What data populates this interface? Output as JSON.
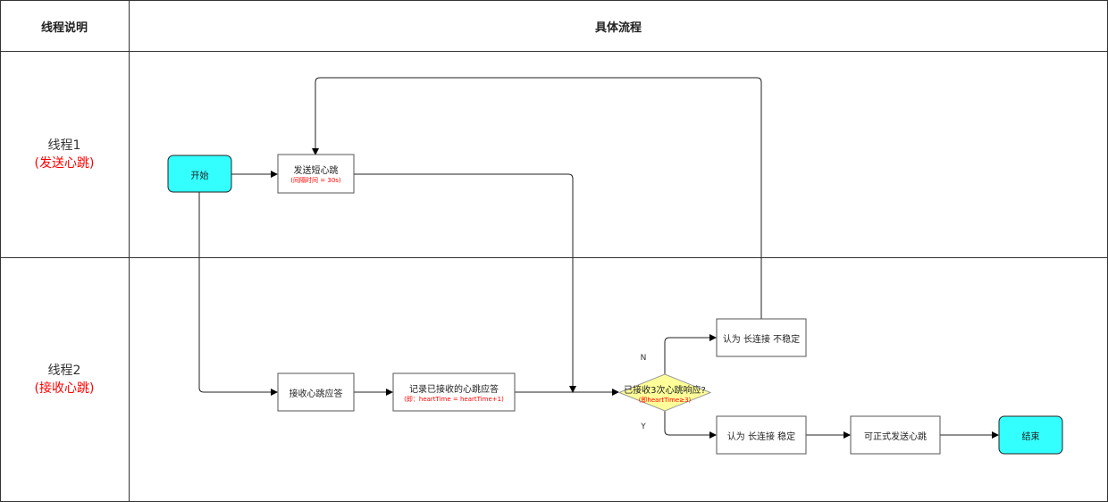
{
  "header": {
    "col_thread": "线程说明",
    "col_flow": "具体流程"
  },
  "lanes": [
    {
      "name": "线程1",
      "sub": "(发送心跳)"
    },
    {
      "name": "线程2",
      "sub": "(接收心跳)"
    }
  ],
  "nodes": {
    "start": "开始",
    "send": "发送短心跳",
    "send_note": "(间隔时间 = 30s)",
    "recv": "接收心跳应答",
    "record": "记录已接收的心跳应答",
    "record_note": "(即：heartTime = heartTime+1)",
    "decision": "已接收3次心跳响应?",
    "decision_note": "(即heartTime≥3)",
    "unstable": "认为 长连接 不稳定",
    "stable": "认为 长连接 稳定",
    "formal": "可正式发送心跳",
    "end": "结束"
  },
  "edge_labels": {
    "no": "N",
    "yes": "Y"
  },
  "colors": {
    "terminal_fill": "#33ffff",
    "decision_fill": "#ffff99",
    "note_text": "#ff0000",
    "line": "#222222",
    "grid": "#333333"
  }
}
